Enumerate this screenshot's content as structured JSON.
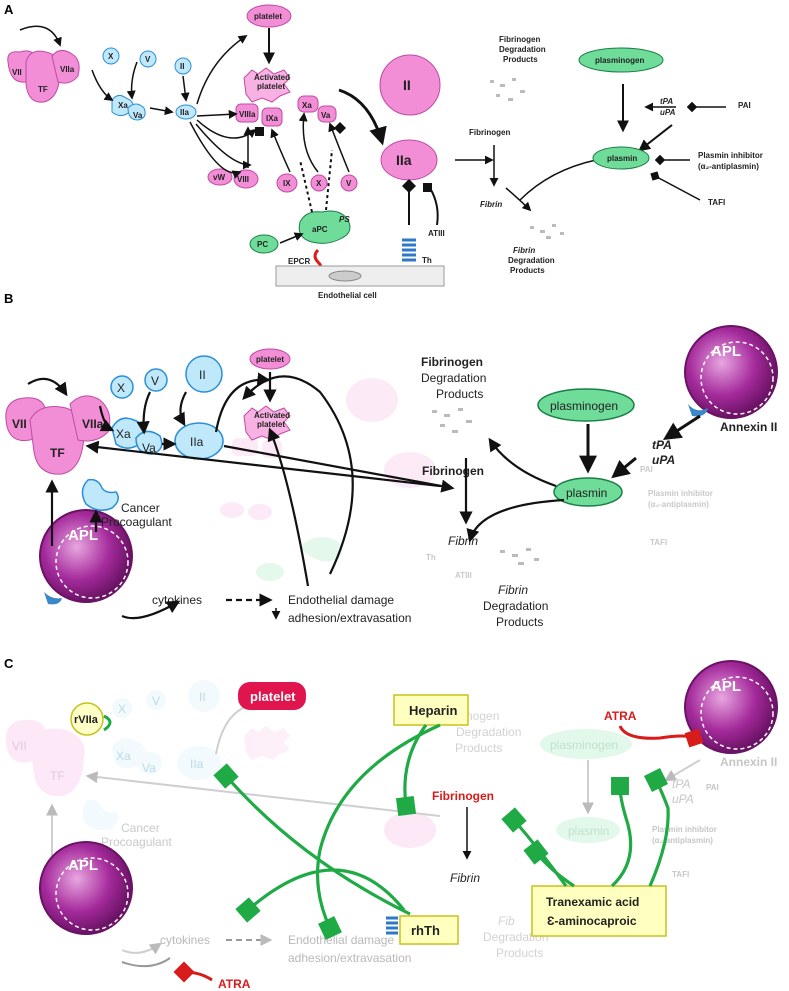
{
  "panels": {
    "a": {
      "label": "A",
      "nodes": {
        "vii": "VII",
        "tf": "TF",
        "viia": "VIIa",
        "x": "X",
        "v": "V",
        "ii": "II",
        "xa": "Xa",
        "va": "Va",
        "iia": "IIa",
        "platelet": "platelet",
        "activated_platelet_1": "Activated",
        "activated_platelet_2": "platelet",
        "viiia": "VIIIa",
        "ixa": "IXa",
        "vw": "vW",
        "viii": "VIII",
        "ix": "IX",
        "pc": "PC",
        "apc": "aPC",
        "ps": "PS",
        "epcr": "EPCR",
        "endothelial_cell": "Endothelial cell",
        "atiii": "ATIII",
        "th": "Th",
        "fibrinogen_dp_1": "Fibrinogen",
        "fibrinogen_dp_2": "Degradation",
        "fibrinogen_dp_3": "Products",
        "plasminogen": "plasminogen",
        "plasmin": "plasmin",
        "fibrinogen": "Fibrinogen",
        "fibrin": "Fibrin",
        "fibrin_dp_1": "Fibrin",
        "fibrin_dp_2": "Degradation",
        "fibrin_dp_3": "Products",
        "tpa": "tPA",
        "upa": "uPA",
        "pai": "PAI",
        "plasmin_inhibitor_1": "Plasmin inhibitor",
        "plasmin_inhibitor_2": "(α₂-antiplasmin)",
        "tafi": "TAFI"
      }
    },
    "b": {
      "label": "B",
      "nodes": {
        "vii": "VII",
        "tf": "TF",
        "viia": "VIIa",
        "x": "X",
        "v": "V",
        "ii": "II",
        "xa": "Xa",
        "va": "Va",
        "iia": "IIa",
        "platelet": "platelet",
        "activated_platelet_1": "Activated",
        "activated_platelet_2": "platelet",
        "apl": "APL",
        "annexin_ii": "Annexin II",
        "cancer": "Cancer",
        "procoagulant": "Procoagulant",
        "cytokines": "cytokines",
        "endothelial_damage": "Endothelial damage",
        "adhesion": "adhesion/extravasation",
        "fibrinogen_dp_1": "Fibrinogen",
        "fibrinogen_dp_2": "Degradation",
        "fibrinogen_dp_3": "Products",
        "plasminogen": "plasminogen",
        "plasmin": "plasmin",
        "fibrinogen": "Fibrinogen",
        "fibrin": "Fibrin",
        "fibrin_dp_1": "Fibrin",
        "fibrin_dp_2": "Degradation",
        "fibrin_dp_3": "Products",
        "tpa": "tPA",
        "upa": "uPA",
        "pai": "PAI",
        "plasmin_inhibitor_1": "Plasmin inhibitor",
        "plasmin_inhibitor_2": "(α₂-antiplasmin)",
        "tafi": "TAFI",
        "atiii": "ATIII",
        "th": "Th"
      }
    },
    "c": {
      "label": "C",
      "nodes": {
        "vii": "VII",
        "tf": "TF",
        "rviia": "rVIIa",
        "x": "X",
        "v": "V",
        "ii": "II",
        "xa": "Xa",
        "va": "Va",
        "iia": "IIa",
        "platelet": "platelet",
        "apl": "APL",
        "annexin_ii": "Annexin II",
        "atra": "ATRA",
        "cancer": "Cancer",
        "procoagulant": "Procoagulant",
        "cytokines": "cytokines",
        "endothelial_damage": "Endothelial damage",
        "adhesion": "adhesion/extravasation",
        "fibrinogen_dp_1": "ibrinogen",
        "fibrinogen_dp_2": "Degradation",
        "fibrinogen_dp_3": "Products",
        "plasminogen": "plasminogen",
        "plasmin": "plasmin",
        "fibrinogen": "Fibrinogen",
        "fibrin": "Fibrin",
        "fibrin_dp_1": "Fib",
        "fibrin_dp_2": "Degradation",
        "fibrin_dp_3": "Products",
        "tpa": "tPA",
        "upa": "uPA",
        "pai": "PAI",
        "plasmin_inhibitor_1": "Plasmin inhibitor",
        "plasmin_inhibitor_2": "(α₂-antiplasmin)",
        "tafi": "TAFI"
      },
      "drugs": {
        "heparin": "Heparin",
        "rhth": "rhTh",
        "tranexamic": "Tranexamic acid",
        "aminocaproic": "Ɛ-aminocaproic"
      }
    }
  },
  "colors": {
    "factor_pink": "#f28ed6",
    "factor_blue": "#bfe8fb",
    "fibrinolysis_green": "#6fdc99",
    "drug_box_yellow": "#ffffbf",
    "inhibitor_green": "#1faa46",
    "atra_red": "#d81b1b",
    "platelet_red": "#e0154d",
    "apl_purple": "#a42a9b"
  }
}
